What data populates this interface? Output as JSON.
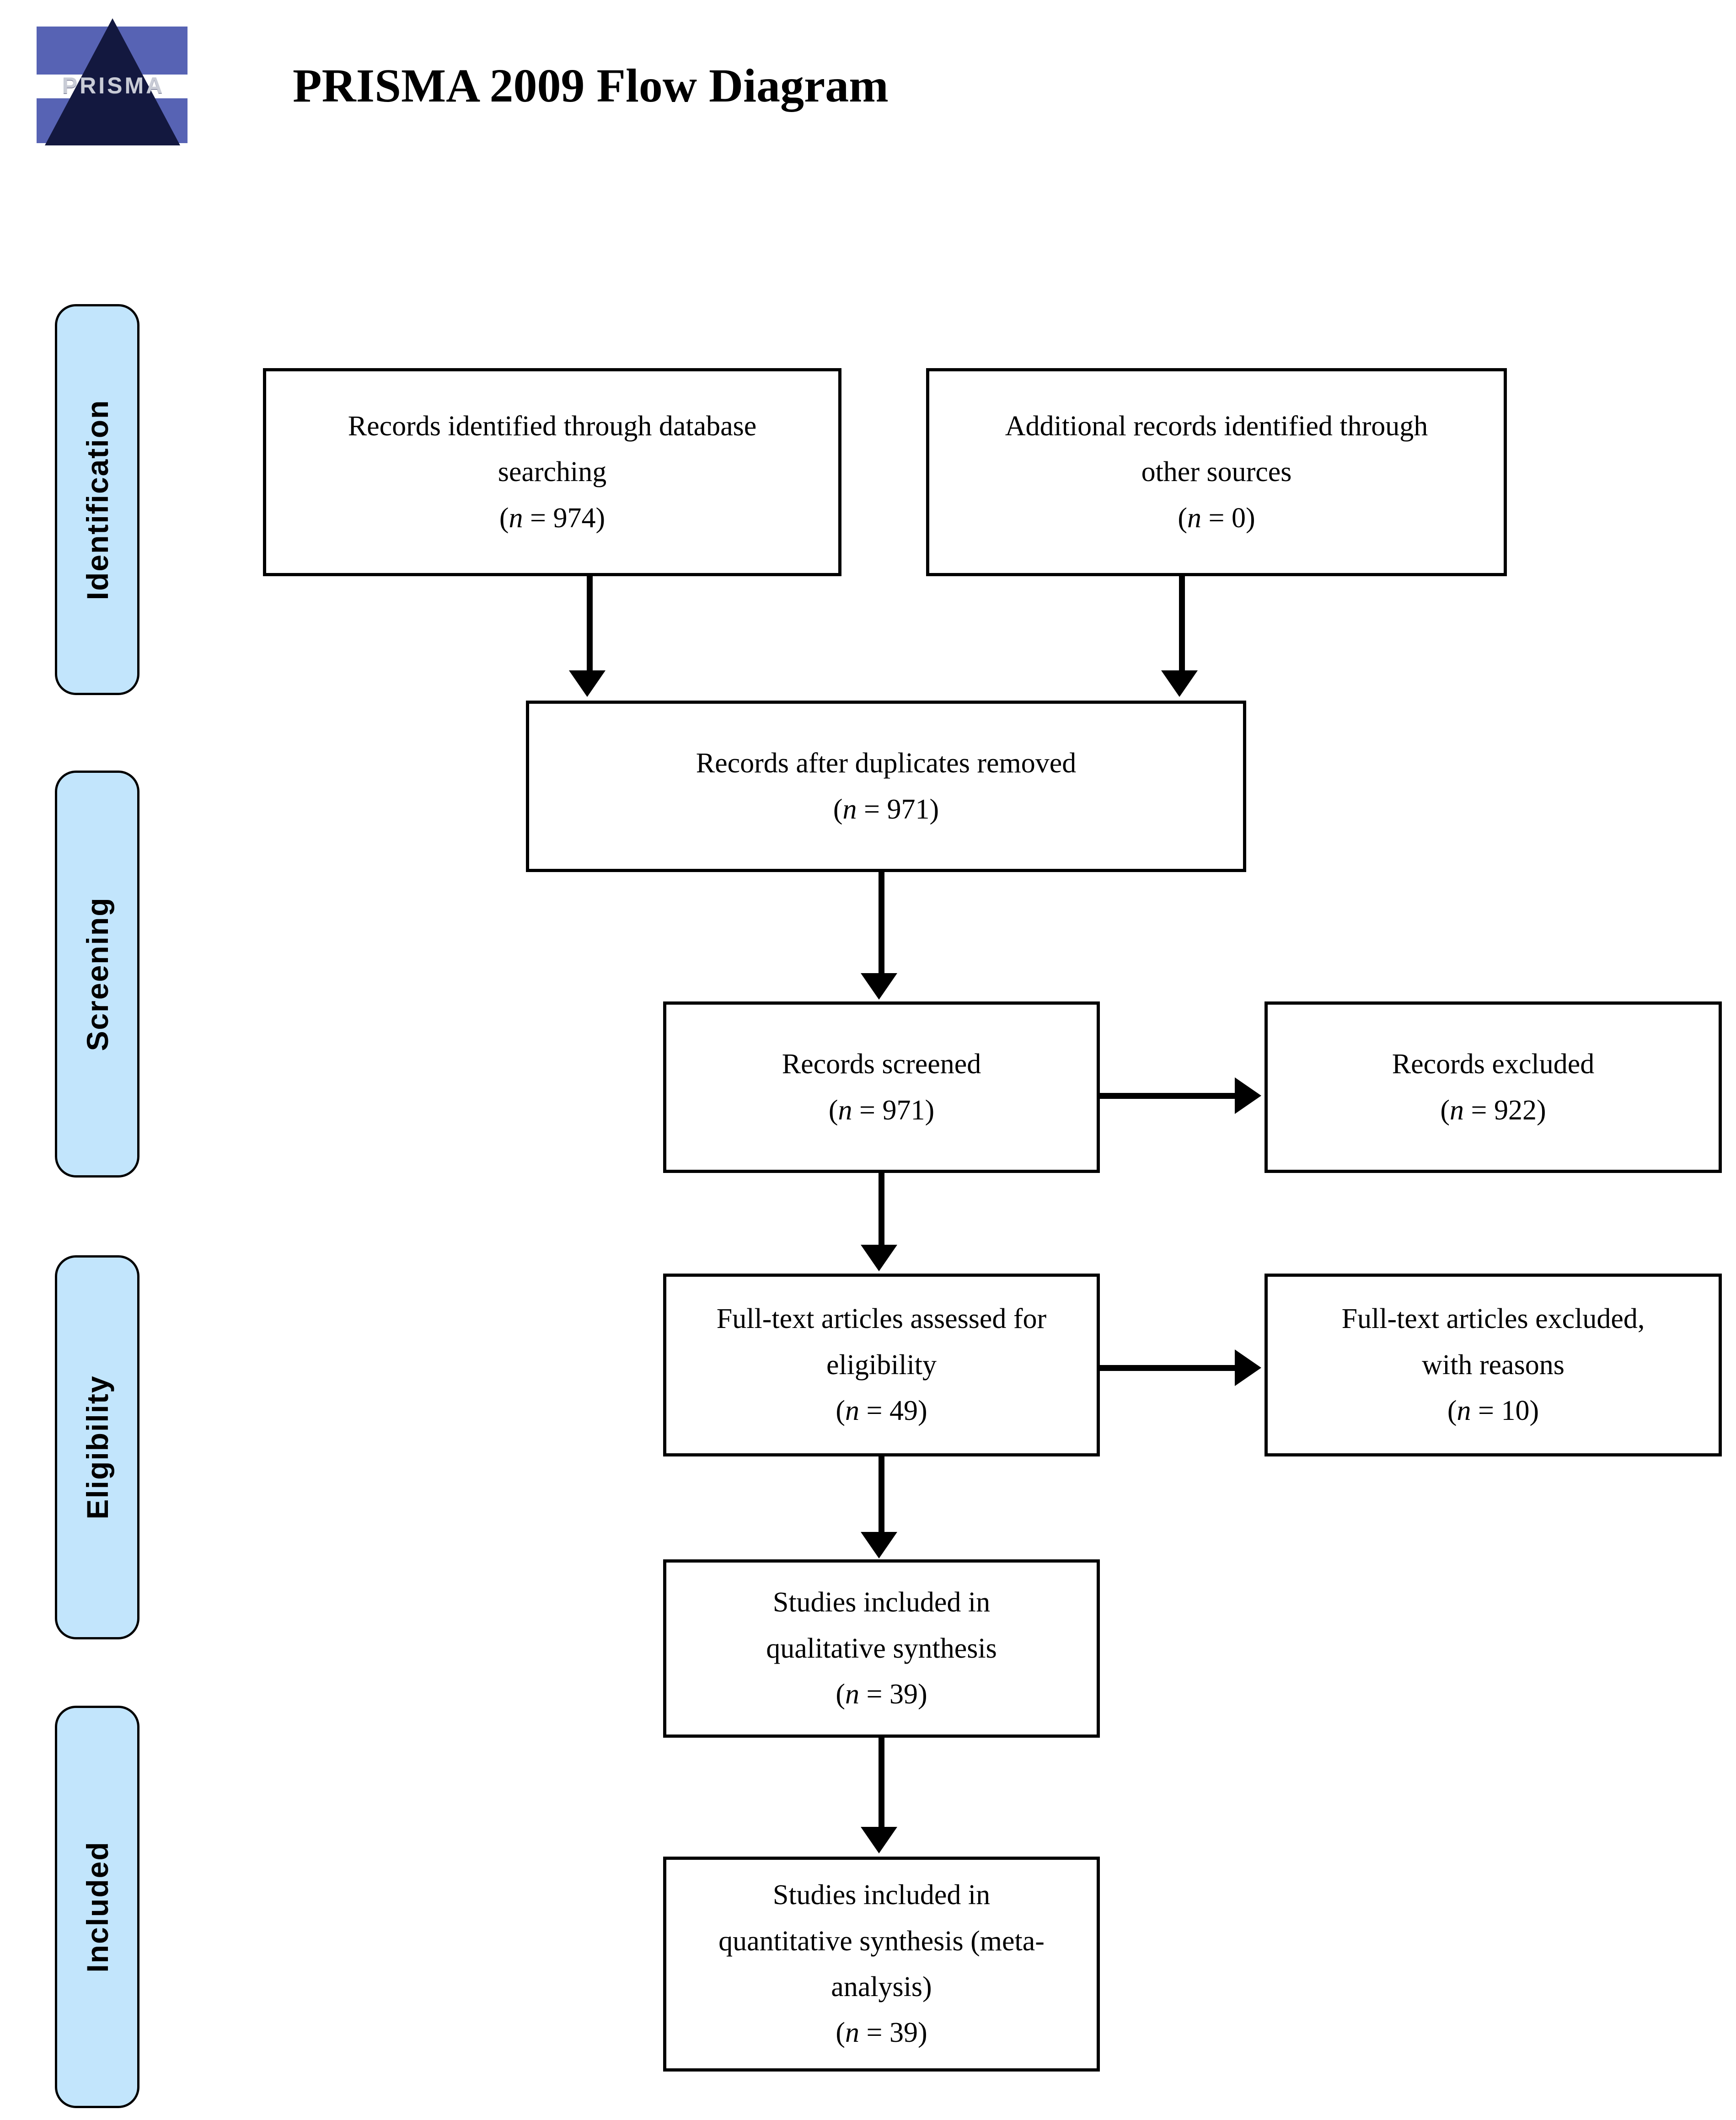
{
  "header": {
    "title": "PRISMA 2009 Flow Diagram",
    "logo_wordmark": "PRISMA",
    "logo_name": "prisma-logo"
  },
  "stages": [
    {
      "id": "identification",
      "label": "Identification"
    },
    {
      "id": "screening",
      "label": "Screening"
    },
    {
      "id": "eligibility",
      "label": "Eligibility"
    },
    {
      "id": "included",
      "label": "Included"
    }
  ],
  "chart_data": {
    "type": "diagram",
    "title": "PRISMA 2009 Flow Diagram",
    "nodes": [
      {
        "id": "db",
        "stage": "Identification",
        "label": "Records identified through database searching",
        "n": 974
      },
      {
        "id": "other",
        "stage": "Identification",
        "label": "Additional records identified through other sources",
        "n": 0
      },
      {
        "id": "dups",
        "stage": "Screening",
        "label": "Records after duplicates removed",
        "n": 971
      },
      {
        "id": "screened",
        "stage": "Screening",
        "label": "Records screened",
        "n": 971
      },
      {
        "id": "excluded",
        "stage": "Screening",
        "label": "Records excluded",
        "n": 922
      },
      {
        "id": "fulltext",
        "stage": "Eligibility",
        "label": "Full-text articles assessed for eligibility",
        "n": 49
      },
      {
        "id": "ftexcl",
        "stage": "Eligibility",
        "label": "Full-text articles excluded, with reasons",
        "n": 10
      },
      {
        "id": "qual",
        "stage": "Included",
        "label": "Studies included in qualitative synthesis",
        "n": 39
      },
      {
        "id": "quant",
        "stage": "Included",
        "label": "Studies included in quantitative synthesis (meta-analysis)",
        "n": 39
      }
    ],
    "edges": [
      {
        "from": "db",
        "to": "dups",
        "direction": "down"
      },
      {
        "from": "other",
        "to": "dups",
        "direction": "down"
      },
      {
        "from": "dups",
        "to": "screened",
        "direction": "down"
      },
      {
        "from": "screened",
        "to": "excluded",
        "direction": "right"
      },
      {
        "from": "screened",
        "to": "fulltext",
        "direction": "down"
      },
      {
        "from": "fulltext",
        "to": "ftexcl",
        "direction": "right"
      },
      {
        "from": "fulltext",
        "to": "qual",
        "direction": "down"
      },
      {
        "from": "qual",
        "to": "quant",
        "direction": "down"
      }
    ]
  },
  "boxes": {
    "db": {
      "line1": "Records identified through database",
      "line2": "searching",
      "n_prefix": "(",
      "n_var": "n",
      "n_eq": " = ",
      "n_value": "974",
      "n_suffix": ")"
    },
    "other": {
      "line1": "Additional records identified through",
      "line2": "other sources",
      "n_prefix": "(",
      "n_var": "n",
      "n_eq": " = ",
      "n_value": "0",
      "n_suffix": ")"
    },
    "dups": {
      "line1": "Records after duplicates removed",
      "line2": "",
      "n_prefix": "(",
      "n_var": "n",
      "n_eq": " = ",
      "n_value": "971",
      "n_suffix": ")"
    },
    "screened": {
      "line1": "Records screened",
      "line2": "",
      "n_prefix": "(",
      "n_var": "n",
      "n_eq": " = ",
      "n_value": "971",
      "n_suffix": ")"
    },
    "excluded": {
      "line1": "Records excluded",
      "line2": "",
      "n_prefix": "(",
      "n_var": "n",
      "n_eq": " = ",
      "n_value": "922",
      "n_suffix": ")"
    },
    "fulltext": {
      "line1": "Full-text articles assessed for",
      "line2": "eligibility",
      "n_prefix": "(",
      "n_var": "n",
      "n_eq": " = ",
      "n_value": "49",
      "n_suffix": ")"
    },
    "ftexcl": {
      "line1": "Full-text articles excluded,",
      "line2": "with reasons",
      "n_prefix": "(",
      "n_var": "n",
      "n_eq": " = ",
      "n_value": "10",
      "n_suffix": ")"
    },
    "qual": {
      "line1": "Studies included in",
      "line2": "qualitative synthesis",
      "n_prefix": "(",
      "n_var": "n",
      "n_eq": " = ",
      "n_value": "39",
      "n_suffix": ")"
    },
    "quant": {
      "line1": "Studies included in",
      "line2": "quantitative synthesis (meta-",
      "line3": "analysis)",
      "n_prefix": "(",
      "n_var": "n",
      "n_eq": " = ",
      "n_value": "39",
      "n_suffix": ")"
    }
  },
  "colors": {
    "stage_pill_fill": "#c2e5fc",
    "stage_pill_border": "#000000",
    "box_border": "#000000",
    "connector": "#000000",
    "logo_blue": "#5763b4",
    "logo_dark": "#13183f",
    "page_background": "#ffffff"
  }
}
